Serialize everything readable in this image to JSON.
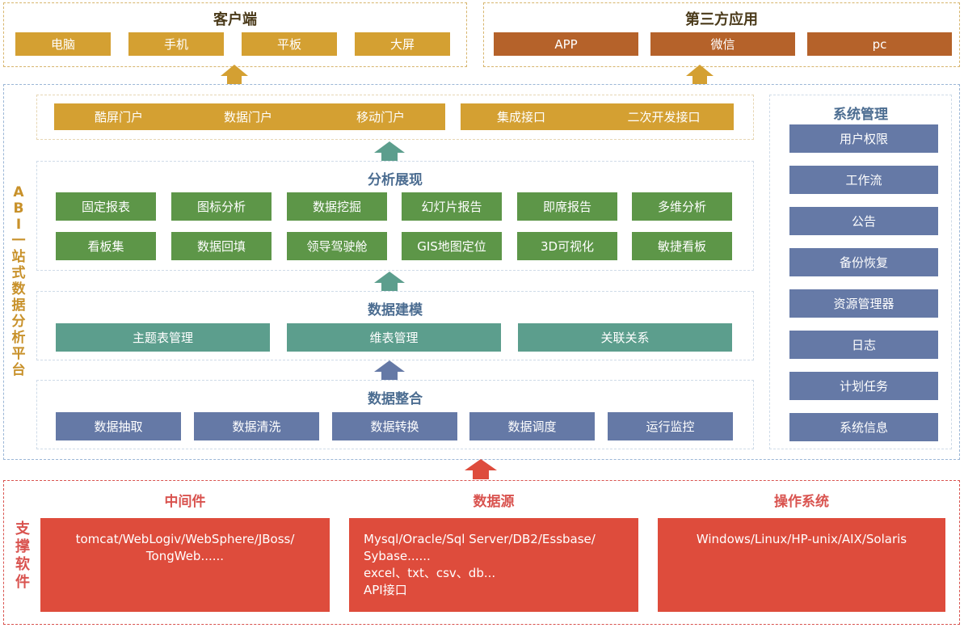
{
  "client": {
    "title": "客户端",
    "items": [
      "电脑",
      "手机",
      "平板",
      "大屏"
    ]
  },
  "third_party": {
    "title": "第三方应用",
    "items": [
      "APP",
      "微信",
      "pc"
    ]
  },
  "platform": {
    "vertical_title": [
      "A",
      "B",
      "I",
      "一",
      "站",
      "式",
      "数",
      "据",
      "分",
      "析",
      "平",
      "台"
    ],
    "portal_left": [
      "酷屏门户",
      "数据门户",
      "移动门户"
    ],
    "portal_right": [
      "集成接口",
      "二次开发接口"
    ],
    "analysis": {
      "title": "分析展现",
      "row1": [
        "固定报表",
        "图标分析",
        "数据挖掘",
        "幻灯片报告",
        "即席报告",
        "多维分析"
      ],
      "row2": [
        "看板集",
        "数据回填",
        "领导驾驶舱",
        "GIS地图定位",
        "3D可视化",
        "敏捷看板"
      ]
    },
    "modeling": {
      "title": "数据建模",
      "items": [
        "主题表管理",
        "维表管理",
        "关联关系"
      ]
    },
    "integration": {
      "title": "数据整合",
      "items": [
        "数据抽取",
        "数据清洗",
        "数据转换",
        "数据调度",
        "运行监控"
      ]
    },
    "system": {
      "title": "系统管理",
      "items": [
        "用户权限",
        "工作流",
        "公告",
        "备份恢复",
        "资源管理器",
        "日志",
        "计划任务",
        "系统信息"
      ]
    }
  },
  "support": {
    "vertical_title": [
      "支",
      "撑",
      "软",
      "件"
    ],
    "middleware": {
      "title": "中间件",
      "lines": [
        "tomcat/WebLogiv/WebSphere/JBoss/",
        "TongWeb......"
      ]
    },
    "datasource": {
      "title": "数据源",
      "lines": [
        "Mysql/Oracle/Sql Server/DB2/Essbase/",
        "Sybase......",
        "excel、txt、csv、db...",
        "API接口"
      ]
    },
    "os": {
      "title": "操作系统",
      "lines": [
        "Windows/Linux/HP-unix/AIX/Solaris"
      ]
    }
  },
  "colors": {
    "gold": "#d4a032",
    "brown": "#b5622a",
    "green": "#5d9648",
    "teal": "#5c9e8d",
    "blue": "#6579a6",
    "red": "#de4c3c"
  }
}
